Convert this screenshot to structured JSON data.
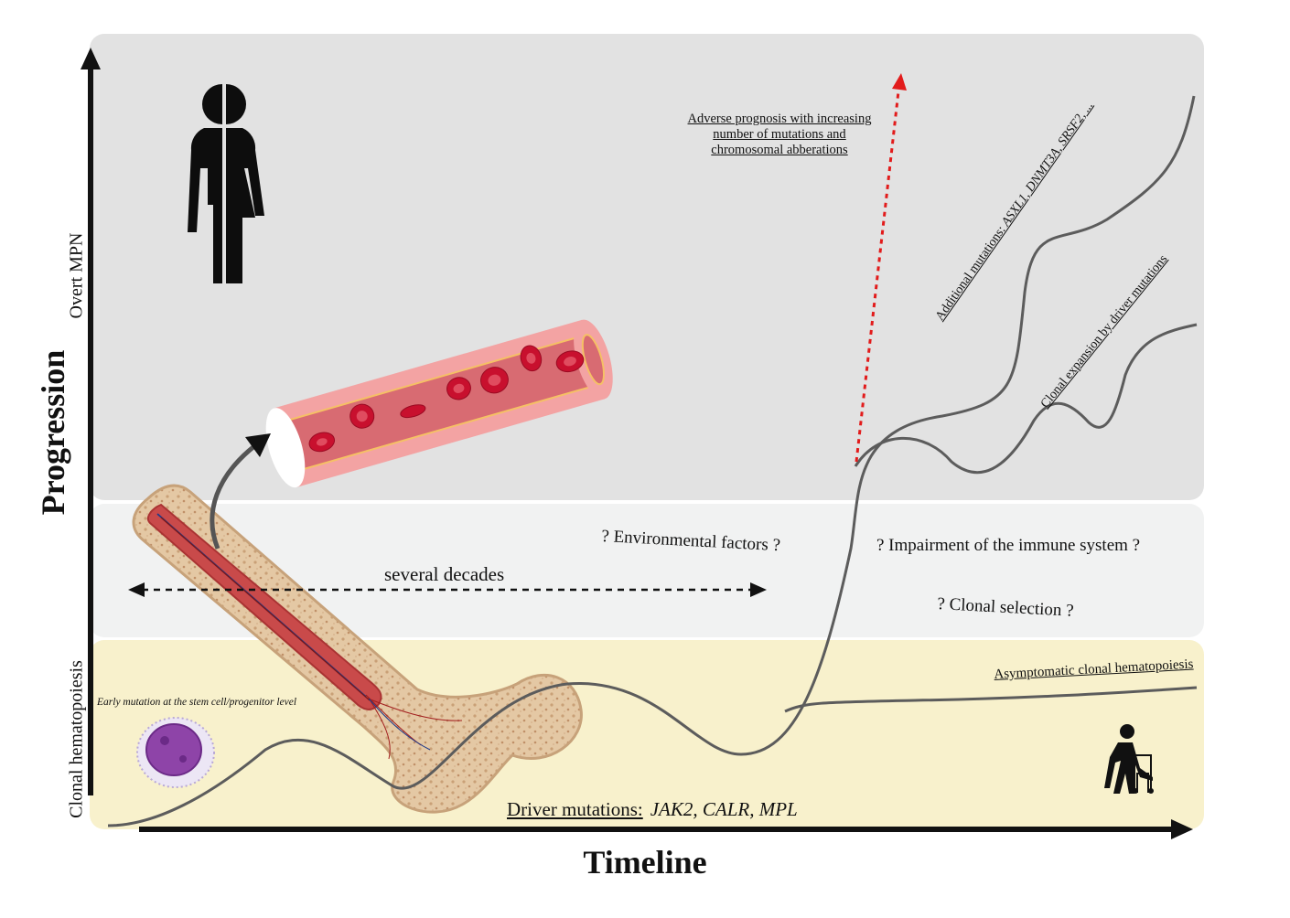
{
  "axes": {
    "y_label": "Progression",
    "x_label": "Timeline"
  },
  "stages": {
    "top": "Overt MPN",
    "bottom": "Clonal hematopoiesis"
  },
  "annotations": {
    "adverse_prognosis": "Adverse prognosis with increasing number of mutations and chromosomal abberations",
    "several_decades": "several decades",
    "environmental": "? Environmental factors ?",
    "immune": "? Impairment of the immune system ?",
    "clonal_selection": "? Clonal selection ?",
    "asymptomatic": "Asymptomatic clonal hematopoiesis",
    "early_mutation": "Early mutation at the stem cell/progenitor level",
    "driver_label": "Driver mutations:",
    "driver_genes": "JAK2, CALR, MPL",
    "additional_label": "Additional mutations:",
    "additional_genes": "ASXL1, DNMT3A, SRSF2, ...",
    "clonal_expansion": "Clonal expansion by driver mutations"
  },
  "icons": {
    "person": "person-icon",
    "elderly": "elderly-walker-icon",
    "bone": "bone-marrow-icon",
    "vessel": "blood-vessel-icon",
    "cell": "stem-cell-icon"
  },
  "colors": {
    "band_overt": "#e2e2e2",
    "band_middle": "#f1f2f2",
    "band_clonal": "#f8f1cc",
    "curve": "#5c5c5c",
    "prognosis_arrow": "#e21b1b",
    "blood_cell": "#c8102e"
  }
}
